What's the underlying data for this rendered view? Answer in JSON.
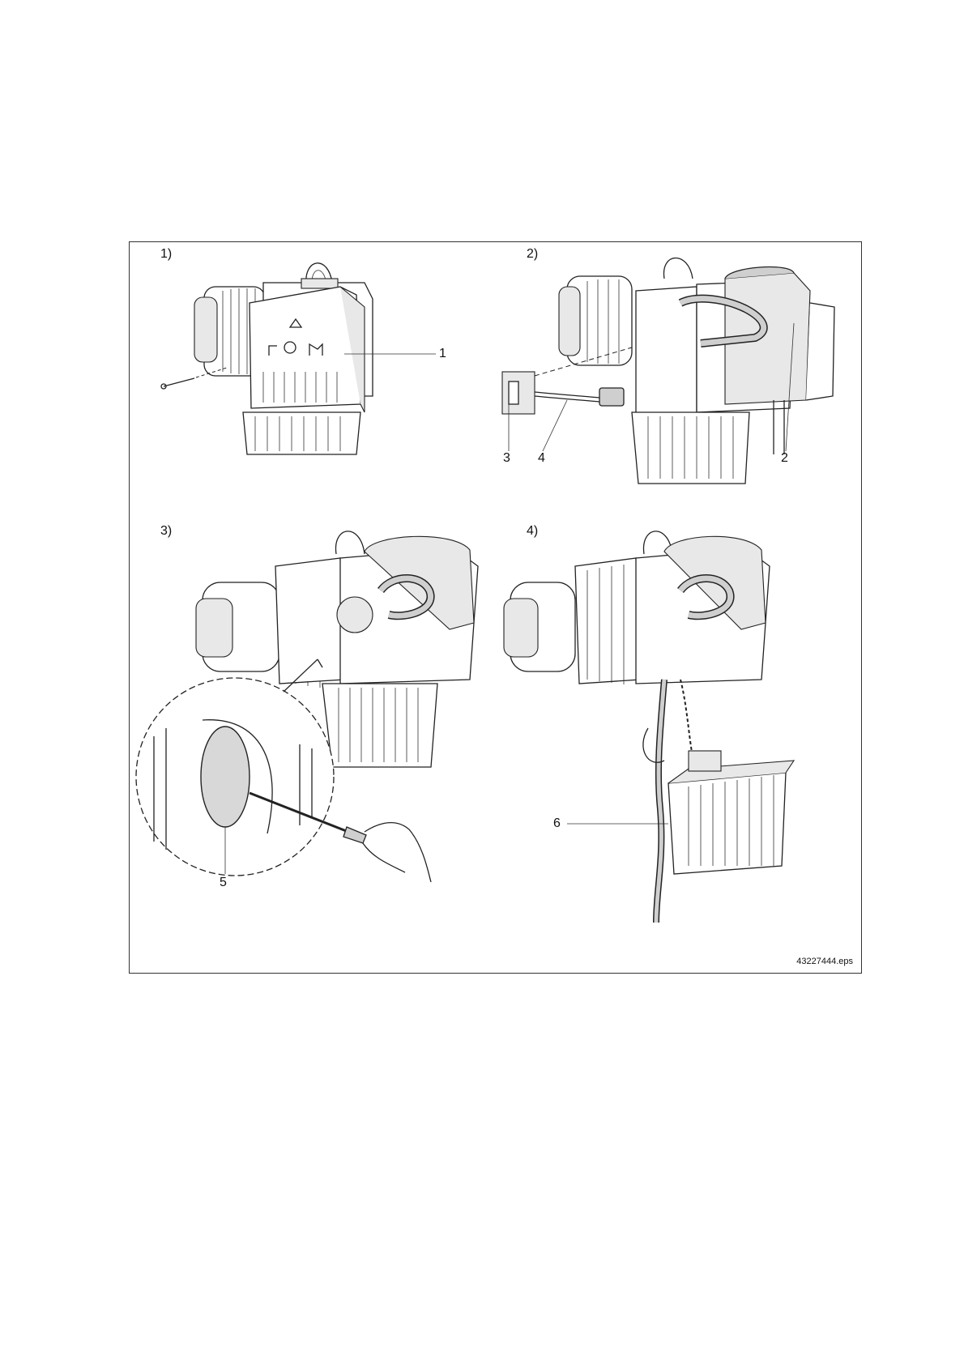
{
  "figure": {
    "steps": [
      {
        "label": "1)",
        "callouts": [
          "1"
        ]
      },
      {
        "label": "2)",
        "callouts": [
          "3",
          "4",
          "2"
        ]
      },
      {
        "label": "3)",
        "callouts": [
          "5"
        ]
      },
      {
        "label": "4)",
        "callouts": [
          "6"
        ]
      }
    ],
    "file_name": "43227444.eps"
  }
}
